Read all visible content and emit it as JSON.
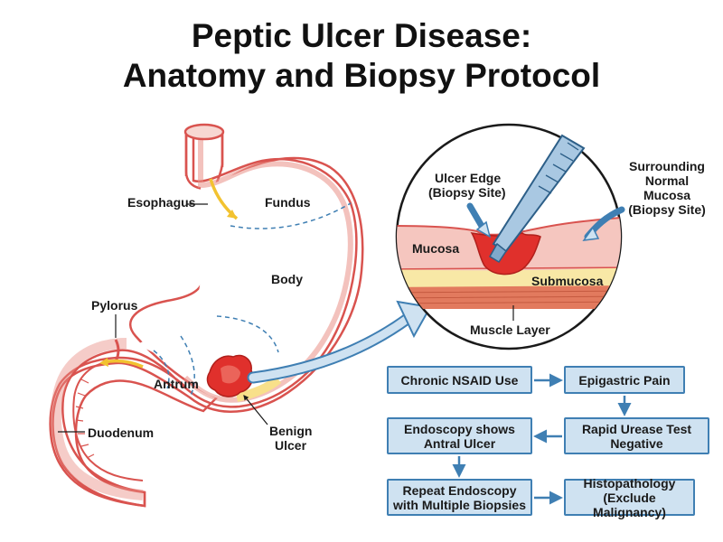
{
  "title": {
    "line1": "Peptic Ulcer Disease:",
    "line2": "Anatomy and Biopsy Protocol"
  },
  "anatomy_labels": {
    "esophagus": "Esophagus",
    "fundus": "Fundus",
    "body": "Body",
    "pylorus": "Pylorus",
    "antrum": "Antrum",
    "duodenum": "Duodenum",
    "benign_ulcer_1": "Benign",
    "benign_ulcer_2": "Ulcer"
  },
  "inset_labels": {
    "ulcer_edge_1": "Ulcer Edge",
    "ulcer_edge_2": "(Biopsy Site)",
    "surrounding_1": "Surrounding",
    "surrounding_2": "Normal",
    "surrounding_3": "Mucosa",
    "surrounding_4": "(Biopsy Site)",
    "mucosa": "Mucosa",
    "submucosa": "Submucosa",
    "muscle": "Muscle Layer"
  },
  "flowchart": {
    "nsaid": "Chronic NSAID Use",
    "pain": "Epigastric Pain",
    "urease": "Rapid Urease Test Negative",
    "endoscopy": "Endoscopy shows Antral Ulcer",
    "repeat": "Repeat Endoscopy with Multiple Biopsies",
    "histo": "Histopathology (Exclude Malignancy)"
  },
  "colors": {
    "wall": "#d9534f",
    "lumen": "#f7d7d2",
    "ulcer": "#e0302c",
    "submucosa": "#f8e8a6",
    "muscle": "#e27a5e",
    "flow_fill": "#cfe2f1",
    "flow_border": "#3f7fb3",
    "arrow": "#3f7fb3",
    "flow_arrow_yellow": "#f2c230"
  }
}
